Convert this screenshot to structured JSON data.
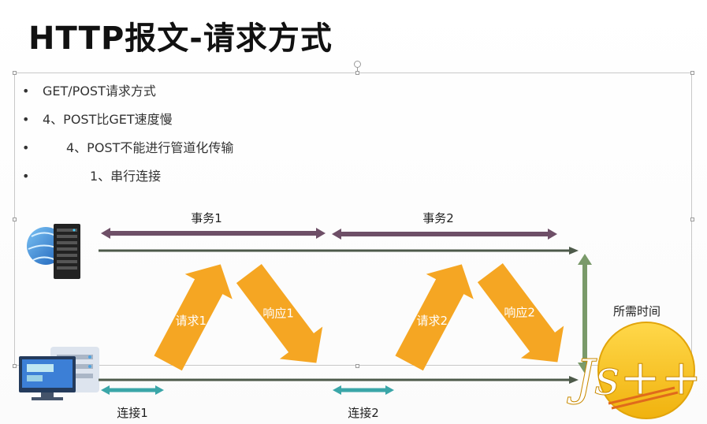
{
  "title": "HTTP报文-请求方式",
  "bullets": [
    {
      "text": "GET/POST请求方式",
      "indent": 0
    },
    {
      "text": "4、POST比GET速度慢",
      "indent": 0
    },
    {
      "text": "4、POST不能进行管道化传输",
      "indent": 1
    },
    {
      "text": "1、串行连接",
      "indent": 2
    }
  ],
  "diagram": {
    "transaction_1": "事务1",
    "transaction_2": "事务2",
    "request_1": "请求1",
    "response_1": "响应1",
    "request_2": "请求2",
    "response_2": "响应2",
    "time_needed": "所需时间",
    "connection_1": "连接1",
    "connection_2": "连接2",
    "logo_text": "Js++"
  },
  "colors": {
    "transaction": "#6e4f67",
    "timeline": "#4d5a4a",
    "connection": "#3aa6a8",
    "arrow_fill": "#f5a623",
    "time_arrow": "#7a9a6a",
    "logo": "#f3c11b"
  }
}
